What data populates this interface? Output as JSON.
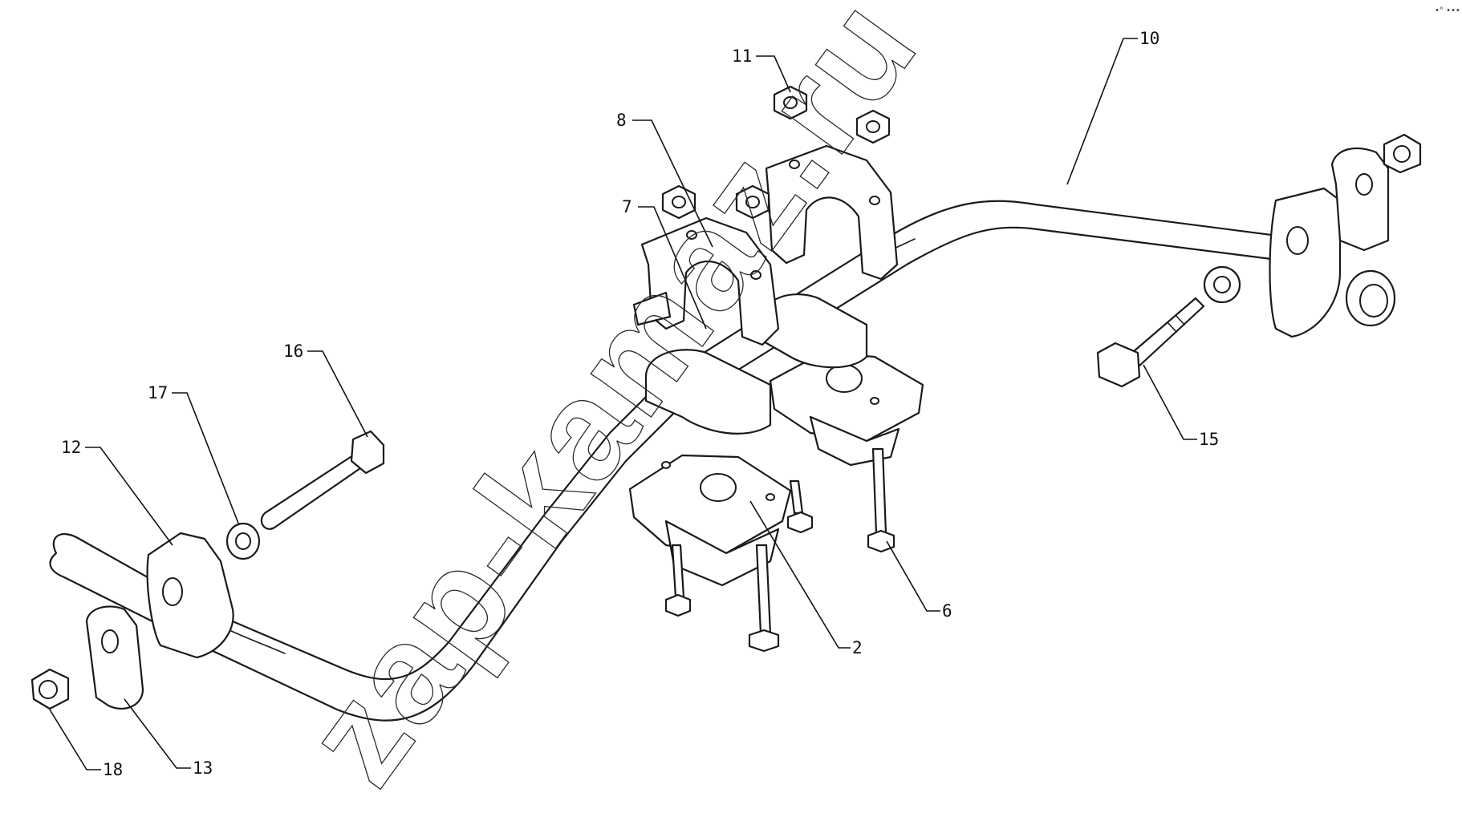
{
  "watermark": "zap-kamaz.ru",
  "corner_glyphs": "•° •••",
  "callouts": [
    {
      "id": "2",
      "label": "2"
    },
    {
      "id": "6",
      "label": "6"
    },
    {
      "id": "7",
      "label": "7"
    },
    {
      "id": "8",
      "label": "8"
    },
    {
      "id": "10",
      "label": "10"
    },
    {
      "id": "11",
      "label": "11"
    },
    {
      "id": "12",
      "label": "12"
    },
    {
      "id": "13",
      "label": "13"
    },
    {
      "id": "15",
      "label": "15"
    },
    {
      "id": "16",
      "label": "16"
    },
    {
      "id": "17",
      "label": "17"
    },
    {
      "id": "18",
      "label": "18"
    }
  ]
}
